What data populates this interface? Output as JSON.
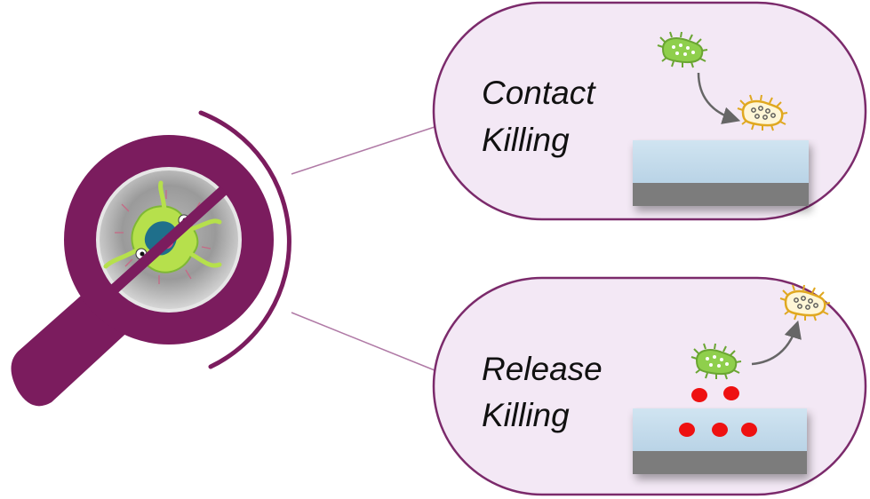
{
  "panels": [
    {
      "id": "contact",
      "line1": "Contact",
      "line2": "Killing"
    },
    {
      "id": "release",
      "line1": "Release",
      "line2": "Killing"
    }
  ],
  "colors": {
    "panel_fill": "#f3e8f5",
    "panel_stroke": "#7b2a6b",
    "magnifier": "#7b1c5e",
    "connector": "#b07aa6",
    "surface_top": "#c5dcec",
    "surface_base": "#7b7b7b",
    "bacterium_green": "#7fbf3f",
    "bacterium_dead": "#e0a820",
    "release_dot": "#ee1111",
    "arrow": "#666666"
  },
  "icons": {
    "magnifier": "magnifying-glass-icon",
    "no_symbol": "prohibition-slash-icon",
    "microbe": "microbe-icon",
    "live_bacterium": "bacterium-icon",
    "dead_bacterium": "dead-bacterium-icon",
    "arrow": "curved-arrow-icon"
  }
}
